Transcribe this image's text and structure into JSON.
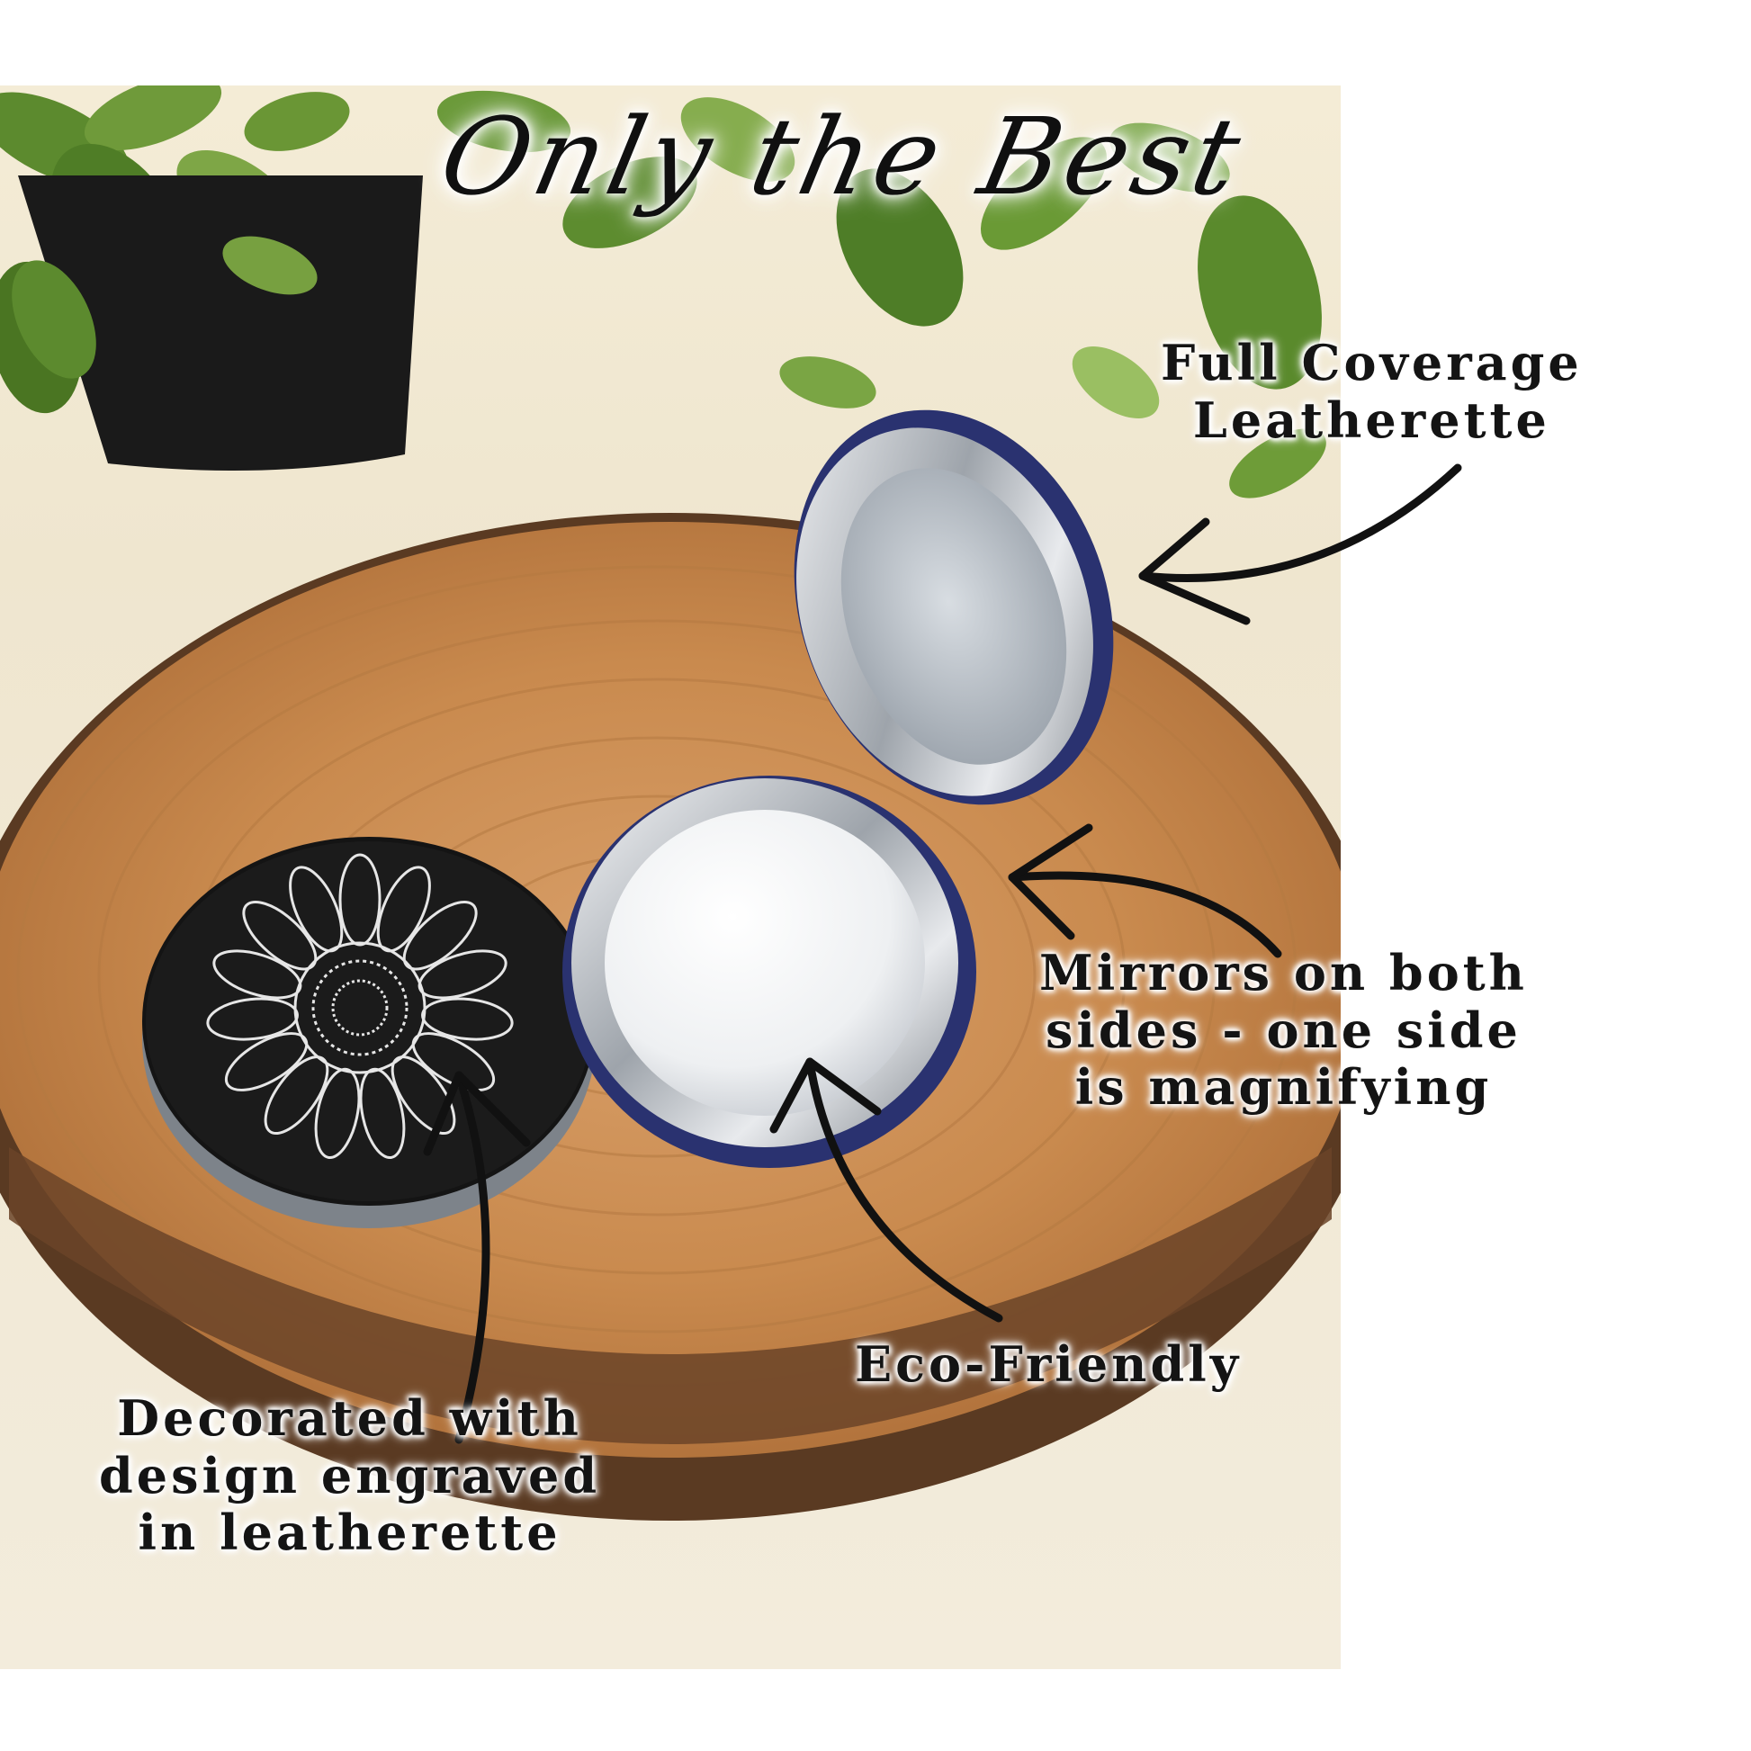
{
  "title": "Only the Best",
  "callouts": {
    "full_coverage": [
      "Full Coverage",
      "Leatherette"
    ],
    "mirrors": [
      "Mirrors on both",
      "sides - one side",
      "is magnifying"
    ],
    "eco": [
      "Eco-Friendly"
    ],
    "decorated": [
      "Decorated with",
      "design engraved",
      "in leatherette"
    ]
  },
  "colors": {
    "wood": "#c98a4e",
    "bark": "#5a3a22",
    "leatherette_black": "#141414",
    "leatherette_navy": "#2a3270",
    "chrome": "#d9dde2",
    "leaf_green": "#5c8a2e",
    "pot": "#1a1a1a"
  },
  "icons": {
    "arrows": "curved-arrow-icon",
    "engraving": "sunflower-icon"
  }
}
